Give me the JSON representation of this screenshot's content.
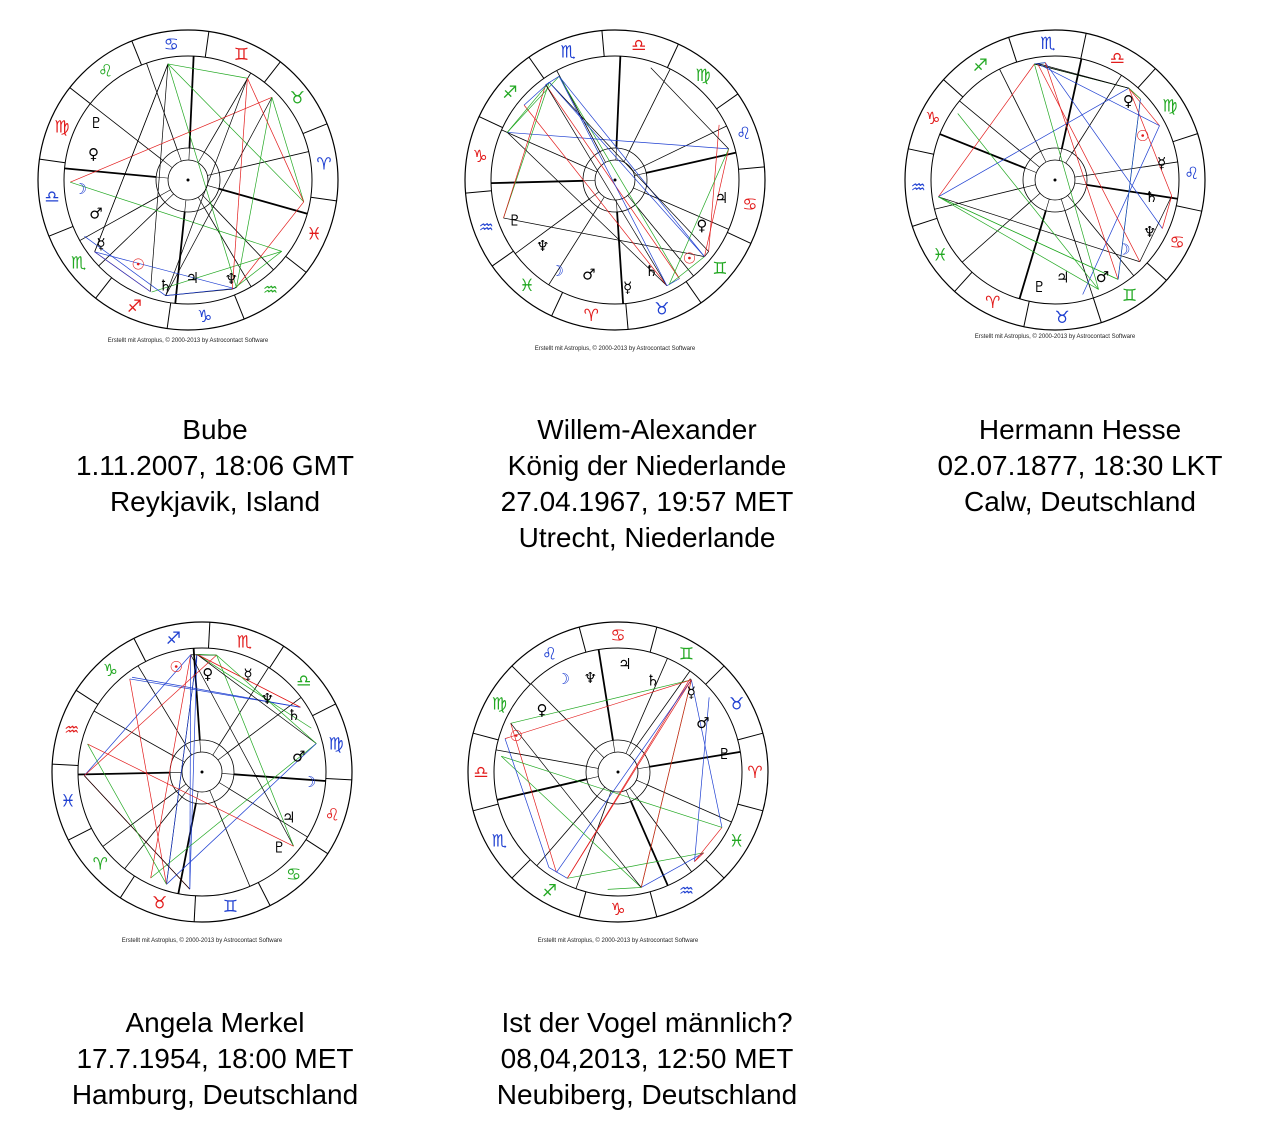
{
  "credit": "Erstellt mit Astroplus, © 2000-2013 by Astrocontact Software",
  "charts": [
    {
      "lines": [
        "Bube",
        "1.11.2007,  18:06 GMT",
        "Reykjavik, Island"
      ],
      "signs": [
        "♓",
        "♒",
        "♑",
        "♐",
        "♏",
        "♎",
        "♍",
        "♌",
        "♋",
        "♊",
        "♉",
        "♈"
      ],
      "planets": [
        "♆",
        "♃",
        "♄",
        "☉",
        "☿",
        "♂",
        "☽",
        "♀",
        "♇"
      ]
    },
    {
      "lines": [
        "Willem-Alexander",
        "König der Niederlande",
        "27.04.1967,  19:57 MET",
        "Utrecht, Niederlande"
      ],
      "signs": [
        "♋",
        "♊",
        "♉",
        "♈",
        "♓",
        "♒",
        "♑",
        "♐",
        "♏",
        "♎",
        "♍",
        "♌"
      ],
      "planets": [
        "♃",
        "♀",
        "☉",
        "♄",
        "☿",
        "♂",
        "☽",
        "♆",
        "♇"
      ]
    },
    {
      "lines": [
        "Hermann Hesse",
        "02.07.1877,  18:30 LKT",
        "Calw, Deutschland"
      ],
      "signs": [
        "♋",
        "♊",
        "♉",
        "♈",
        "♓",
        "♒",
        "♑",
        "♐",
        "♏",
        "♎",
        "♍",
        "♌"
      ],
      "planets": [
        "♀",
        "☉",
        "☿",
        "♄",
        "♆",
        "☽",
        "♂",
        "♃",
        "♇"
      ]
    },
    {
      "lines": [
        "Angela Merkel",
        "17.7.1954,  18:00 MET",
        "Hamburg, Deutschland"
      ],
      "signs": [
        "♌",
        "♋",
        "♊",
        "♉",
        "♈",
        "♓",
        "♒",
        "♑",
        "♐",
        "♏",
        "♎",
        "♍"
      ],
      "planets": [
        "☉",
        "♀",
        "☿",
        "♆",
        "♄",
        "♂",
        "☽",
        "♃",
        "♇"
      ]
    },
    {
      "lines": [
        "Ist der Vogel männlich?",
        "08,04,2013,  12:50 MET",
        "Neubiberg, Deutschland"
      ],
      "signs": [
        "♈",
        "♓",
        "♒",
        "♑",
        "♐",
        "♏",
        "♎",
        "♍",
        "♌",
        "♋",
        "♊",
        "♉"
      ],
      "planets": [
        "☉",
        "♀",
        "☽",
        "♆",
        "♃",
        "♄",
        "☿",
        "♂",
        "♇"
      ]
    }
  ]
}
